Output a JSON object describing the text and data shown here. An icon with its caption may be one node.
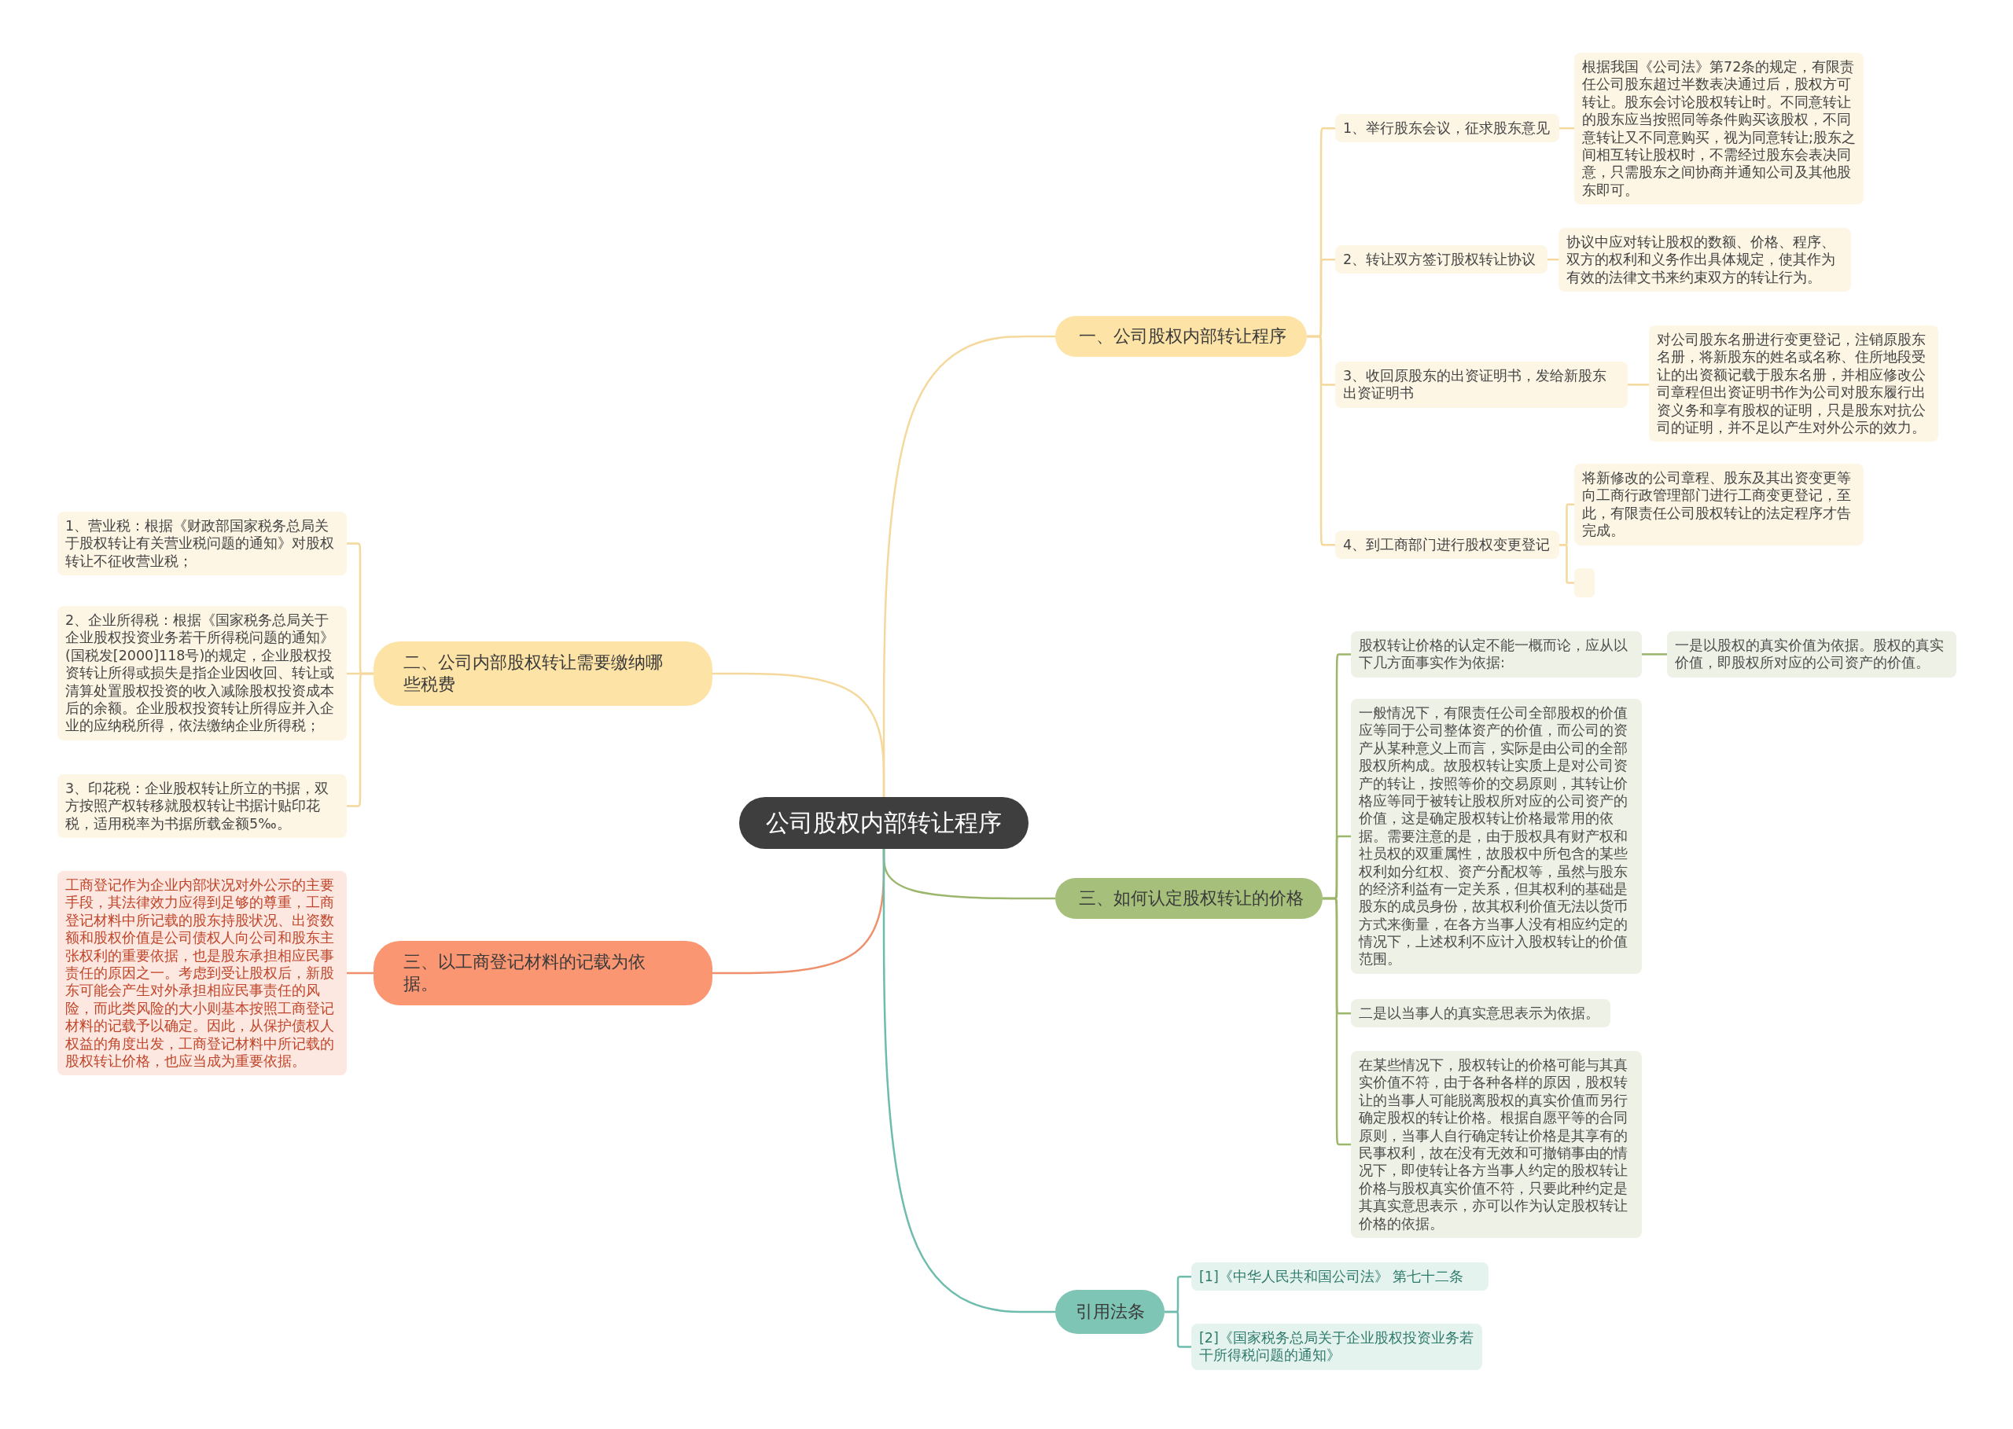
{
  "diagram": {
    "nodes": [
      {
        "text": [
          "公司股权内部转让程序"
        ]
      },
      {
        "text": [
          "一、公司股权内部转让程序"
        ]
      },
      {
        "text": [
          "1、举行股东会议，征求股东意见"
        ]
      },
      {
        "text": [
          "根据我国《公司法》第72条的规定，有限责任公司股东超过半数表决通过后，股权方可转让。股东会讨论股权转让时。不同意转让的股东应当按照同等条件购买该股权，不同意转让又不同意购买，视为同意转让;股东之间相互转让股权时，不需经过股东会表决同意，只需股东之间协商并通知公司及其他股东即可。"
        ]
      },
      {
        "text": [
          "2、转让双方签订股权转让协议"
        ]
      },
      {
        "text": [
          "协议中应对转让股权的数额、价格、程序、双方的权利和义务作出具体规定，使其作为有效的法律文书来约束双方的转让行为。"
        ]
      },
      {
        "text": [
          "3、收回原股东的出资证明书，发给新股东出资证明书"
        ]
      },
      {
        "text": [
          "对公司股东名册进行变更登记，注销原股东名册，将新股东的姓名或名称、住所地段受让的出资额记载于股东名册，并相应修改公司章程但出资证明书作为公司对股东履行出资义务和享有股权的证明，只是股东对抗公司的证明，并不足以产生对外公示的效力。"
        ]
      },
      {
        "text": [
          "4、到工商部门进行股权变更登记"
        ]
      },
      {
        "text": [
          "将新修改的公司章程、股东及其出资变更等向工商行政管理部门进行工商变更登记，至此，有限责任公司股权转让的法定程序才告完成。"
        ]
      },
      {
        "text": [],
        "shape": "box"
      },
      {
        "text": [
          "二、公司内部股权转让需要缴纳哪些税费"
        ]
      },
      {
        "text": [
          "1、营业税：根据《财政部国家税务总局关于股权转让有关营业税问题的通知》对股权转让不征收营业税；"
        ]
      },
      {
        "text": [
          "2、企业所得税：根据《国家税务总局关于企业股权投资业务若干所得税问题的通知》(国税发[2000]118号)的规定，企业股权投资转让所得或损失是指企业因收回、转让或清算处置股权投资的收入减除股权投资成本后的余额。企业股权投资转让所得应并入企业的应纳税所得，依法缴纳企业所得税；"
        ]
      },
      {
        "text": [
          "3、印花税：企业股权转让所立的书据，双方按照产权转移就股权转让书据计贴印花税，适用税率为书据所载金额5‰。"
        ]
      },
      {
        "text": [
          "三、以工商登记材料的记载为依据。"
        ]
      },
      {
        "text": [
          "工商登记作为企业内部状况对外公示的主要手段，其法律效力应得到足够的尊重，工商登记材料中所记载的股东持股状况、出资数额和股权价值是公司债权人向公司和股东主张权利的重要依据，也是股东承担相应民事责任的原因之一。考虑到受让股权后，新股东可能会产生对外承担相应民事责任的风险，而此类风险的大小则基本按照工商登记材料的记载予以确定。因此，从保护债权人权益的角度出发，工商登记材料中所记载的股权转让价格，也应当成为重要依据。"
        ]
      },
      {
        "text": [
          "三、如何认定股权转让的价格"
        ]
      },
      {
        "text": [
          "股权转让价格的认定不能一概而论，应从以下几方面事实作为依据:"
        ]
      },
      {
        "text": [
          "一是以股权的真实价值为依据。股权的真实价值，即股权所对应的公司资产的价值。"
        ]
      },
      {
        "text": [
          "一般情况下，有限责任公司全部股权的价值应等同于公司整体资产的价值，而公司的资产从某种意义上而言，实际是由公司的全部股权所构成。故股权转让实质上是对公司资产的转让，按照等价的交易原则，其转让价格应等同于被转让股权所对应的公司资产的价值，这是确定股权转让价格最常用的依据。需要注意的是，由于股权具有财产权和社员权的双重属性，故股权中所包含的某些权利如分红权、资产分配权等，虽然与股东的经济利益有一定关系，但其权利的基础是股东的成员身份，故其权利价值无法以货币方式来衡量，在各方当事人没有相应约定的情况下，上述权利不应计入股权转让的价值范围。"
        ]
      },
      {
        "text": [
          "二是以当事人的真实意思表示为依据。"
        ]
      },
      {
        "text": [
          "在某些情况下，股权转让的价格可能与其真实价值不符，由于各种各样的原因，股权转让的当事人可能脱离股权的真实价值而另行确定股权的转让价格。根据自愿平等的合同原则，当事人自行确定转让价格是其享有的民事权利，故在没有无效和可撤销事由的情况下，即使转让各方当事人约定的股权转让价格与股权真实价值不符，只要此种约定是其真实意思表示，亦可以作为认定股权转让价格的依据。"
        ]
      },
      {
        "text": [
          "引用法条"
        ]
      },
      {
        "text": [
          "[1]《中华人民共和国公司法》 第七十二条"
        ]
      },
      {
        "text": [
          "[2]《国家税务总局关于企业股权投资业务若干所得税问题的通知》"
        ]
      }
    ],
    "edges": [
      {
        "from": 0,
        "to": 1,
        "arrow": "none"
      },
      {
        "from": 1,
        "to": 2,
        "arrow": "none"
      },
      {
        "from": 2,
        "to": 3,
        "arrow": "none"
      },
      {
        "from": 1,
        "to": 4,
        "arrow": "none"
      },
      {
        "from": 4,
        "to": 5,
        "arrow": "none"
      },
      {
        "from": 1,
        "to": 6,
        "arrow": "none"
      },
      {
        "from": 6,
        "to": 7,
        "arrow": "none"
      },
      {
        "from": 1,
        "to": 8,
        "arrow": "none"
      },
      {
        "from": 8,
        "to": 9,
        "arrow": "none"
      },
      {
        "from": 8,
        "to": 10,
        "arrow": "none"
      },
      {
        "from": 0,
        "to": 11,
        "arrow": "none"
      },
      {
        "from": 11,
        "to": 12,
        "arrow": "none"
      },
      {
        "from": 11,
        "to": 13,
        "arrow": "none"
      },
      {
        "from": 11,
        "to": 14,
        "arrow": "none"
      },
      {
        "from": 0,
        "to": 15,
        "arrow": "none",
        "color": "#ef8f6c"
      },
      {
        "from": 15,
        "to": 16,
        "arrow": "none",
        "color": "#ef8f6c"
      },
      {
        "from": 0,
        "to": 17,
        "arrow": "none",
        "color": "#9cb66c"
      },
      {
        "from": 17,
        "to": 18,
        "arrow": "none",
        "color": "#9cb66c"
      },
      {
        "from": 18,
        "to": 19,
        "arrow": "none",
        "color": "#9cb66c"
      },
      {
        "from": 17,
        "to": 20,
        "arrow": "none",
        "color": "#9cb66c"
      },
      {
        "from": 17,
        "to": 21,
        "arrow": "none",
        "color": "#9cb66c"
      },
      {
        "from": 17,
        "to": 22,
        "arrow": "none",
        "color": "#9cb66c"
      },
      {
        "from": 0,
        "to": 23,
        "arrow": "none",
        "color": "#6dbcad"
      },
      {
        "from": 23,
        "to": 24,
        "arrow": "none",
        "color": "#6dbcad"
      },
      {
        "from": 23,
        "to": 25,
        "arrow": "none",
        "color": "#6dbcad"
      }
    ]
  }
}
